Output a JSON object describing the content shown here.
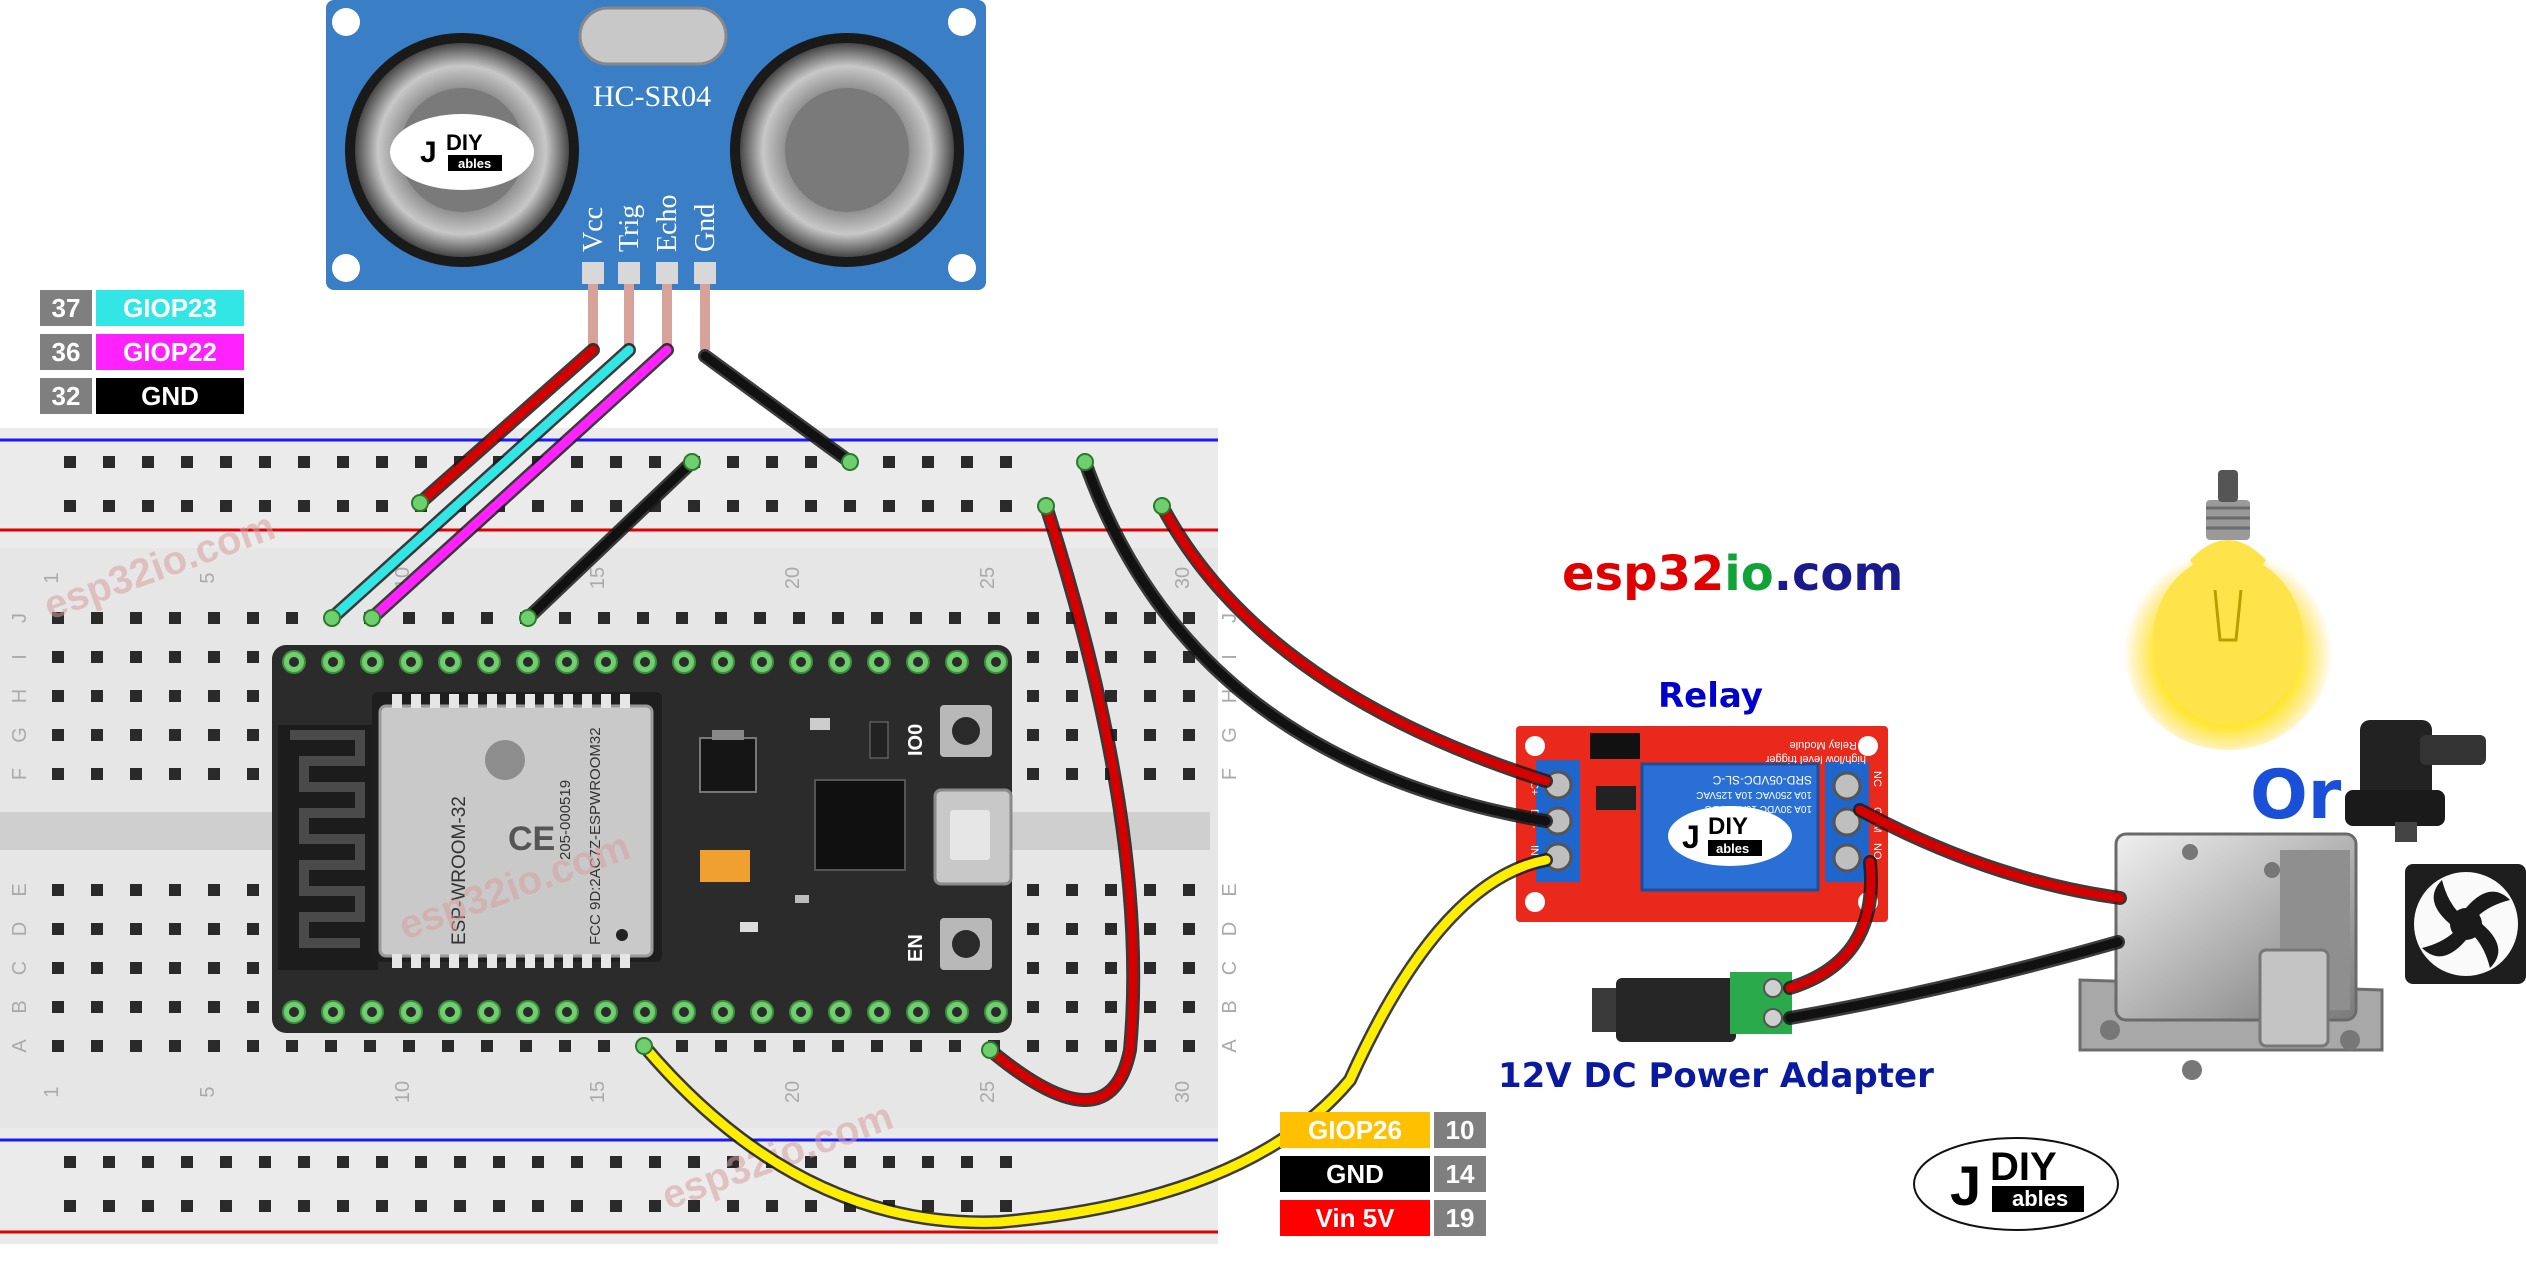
{
  "sensor": {
    "model": "HC-SR04",
    "pins": [
      "Vcc",
      "Trig",
      "Echo",
      "Gnd"
    ]
  },
  "pin_labels_top": [
    {
      "num": "37",
      "name": "GIOP23",
      "color": "#33e6e6",
      "text_color": "#ffffff"
    },
    {
      "num": "36",
      "name": "GIOP22",
      "color": "#ff22ff",
      "text_color": "#ffffff"
    },
    {
      "num": "32",
      "name": "GND",
      "color": "#000000",
      "text_color": "#ffffff"
    }
  ],
  "pin_labels_bottom": [
    {
      "name": "GIOP26",
      "num": "10",
      "color": "#ffc000",
      "text_color": "#ffffff"
    },
    {
      "name": "GND",
      "num": "14",
      "color": "#000000",
      "text_color": "#ffffff"
    },
    {
      "name": "Vin 5V",
      "num": "19",
      "color": "#ff0000",
      "text_color": "#ffffff"
    }
  ],
  "site": {
    "part1": "esp32",
    "part2": "io",
    "part3": ".com"
  },
  "watermark": "esp32io.com",
  "relay": {
    "title": "Relay",
    "module_text": "1 Relay Module",
    "trigger_text": "high/low level trigger",
    "model": "SRD-05VDC-SL-C",
    "ratings": [
      "10A 250VAC 10A 125VAC",
      "10A 30VDC 10A 28VDC"
    ],
    "pins_left": [
      "DC+",
      "DC-",
      "IN"
    ],
    "pins_right": [
      "NC",
      "COM",
      "NO"
    ]
  },
  "power_adapter_label": "12V DC Power Adapter",
  "or_label": "Or",
  "esp32": {
    "module": "ESP-WROOM-32",
    "cert": "FCC 9D:2AC7Z-ESPWROOM32",
    "code": "205-000519",
    "boot": "IO0",
    "en": "EN"
  },
  "breadboard": {
    "rows_top": [
      "J",
      "I",
      "H",
      "G",
      "F"
    ],
    "rows_bottom": [
      "E",
      "D",
      "C",
      "B",
      "A"
    ],
    "col_numbers": [
      "1",
      "5",
      "10",
      "15",
      "20",
      "25",
      "30"
    ]
  },
  "logo": {
    "text1": "DIY",
    "text2": "ables"
  },
  "colors": {
    "wire_red": "#d40000",
    "wire_black": "#111111",
    "wire_cyan": "#33e6e6",
    "wire_magenta": "#ff22ff",
    "wire_yellow": "#ffee00",
    "sensor_blue": "#3a7fc6",
    "relay_red": "#e8291c",
    "site_red": "#e00000",
    "site_green": "#12a338",
    "site_blue": "#1a1a8c",
    "relay_title": "#0000cc"
  }
}
